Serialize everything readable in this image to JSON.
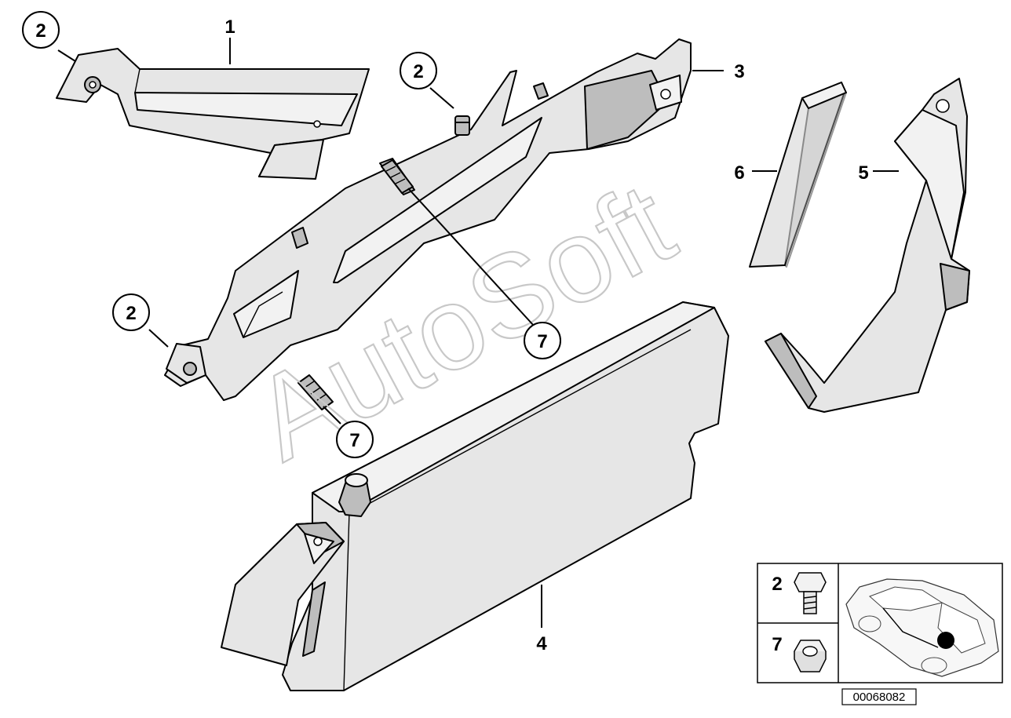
{
  "diagram": {
    "part_labels": [
      {
        "id": "label-1",
        "text": "1"
      },
      {
        "id": "label-3",
        "text": "3"
      },
      {
        "id": "label-4",
        "text": "4"
      },
      {
        "id": "label-5",
        "text": "5"
      },
      {
        "id": "label-6",
        "text": "6"
      }
    ],
    "circled_callouts": [
      {
        "id": "callout-2-top-left",
        "text": "2"
      },
      {
        "id": "callout-2-top-middle",
        "text": "2"
      },
      {
        "id": "callout-2-left",
        "text": "2"
      },
      {
        "id": "callout-7-upper",
        "text": "7"
      },
      {
        "id": "callout-7-lower",
        "text": "7"
      }
    ],
    "watermark": "AutoSoft",
    "legend": {
      "rows": [
        {
          "number": "2",
          "icon": "hex-bolt-icon"
        },
        {
          "number": "7",
          "icon": "hex-nut-icon"
        }
      ],
      "vehicle_icon": "car-location-icon"
    },
    "diagram_id": "00068082"
  }
}
